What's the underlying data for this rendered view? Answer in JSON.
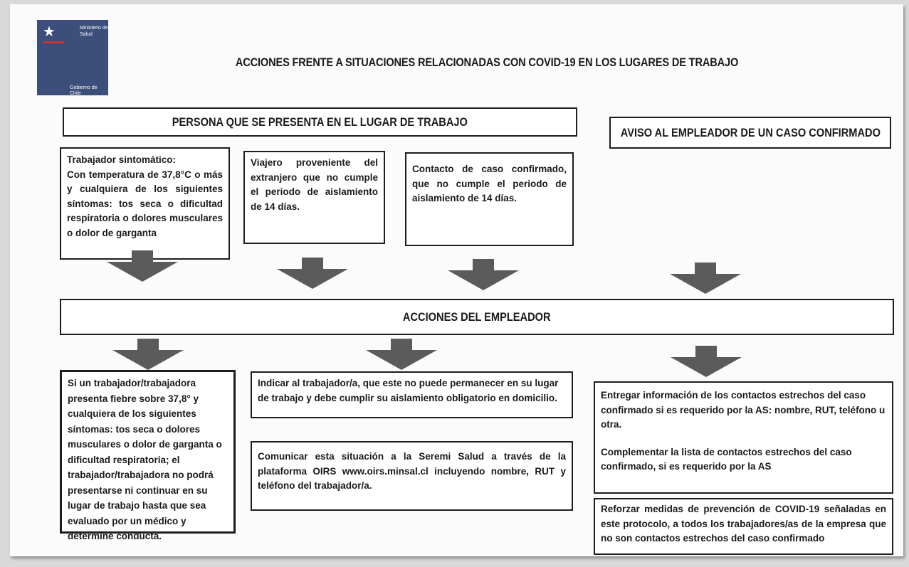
{
  "logo": {
    "line1": "Ministerio de",
    "line2": "Salud",
    "line3": "Gobierno de Chile"
  },
  "title": "ACCIONES FRENTE A SITUACIONES RELACIONADAS CON COVID-19 EN LOS LUGARES DE TRABAJO",
  "headers": {
    "persona": "PERSONA  QUE SE PRESENTA EN EL LUGAR DE TRABAJO",
    "aviso": "AVISO AL EMPLEADOR DE UN CASO CONFIRMADO",
    "acciones": "ACCIONES DEL EMPLEADOR"
  },
  "situations": [
    {
      "label": "Trabajador sintomático:",
      "body": "Con temperatura de 37,8°C o más y cualquiera de los siguientes síntomas: tos seca o dificultad respiratoria o dolores musculares o dolor de garganta"
    },
    {
      "body": "Viajero proveniente del extranjero que no cumple el periodo de aislamiento de 14 días."
    },
    {
      "body": "Contacto de caso confirmado, que no cumple el periodo de aislamiento de 14 días."
    }
  ],
  "actions": {
    "left": "Si un trabajador/trabajadora presenta fiebre sobre 37,8° y cualquiera de los siguientes síntomas: tos seca o dolores musculares o dolor de garganta o dificultad respiratoria; el trabajador/trabajadora no podrá presentarse ni continuar en su lugar de trabajo hasta que sea evaluado por un médico y determine conducta.",
    "middle_1": "Indicar al trabajador/a, que este no puede permanecer en su lugar de trabajo y debe cumplir su aislamiento obligatorio en domicilio.",
    "middle_2": "Comunicar esta situación a la Seremi Salud a través de la plataforma OIRS www.oirs.minsal.cl incluyendo nombre, RUT y teléfono del trabajador/a.",
    "right_1a": "Entregar información de los contactos estrechos  del caso confirmado si es requerido por la AS: nombre, RUT, teléfono u otra.",
    "right_1b": "Complementar la lista de contactos estrechos del caso confirmado, si es requerido por la AS",
    "right_2": "Reforzar medidas de prevención de COVID-19 señaladas en este protocolo, a todos los trabajadores/as de la empresa que no son contactos estrechos  del caso confirmado"
  },
  "colors": {
    "arrow": "#5b5b5b",
    "logo": "#3c4e7a"
  }
}
